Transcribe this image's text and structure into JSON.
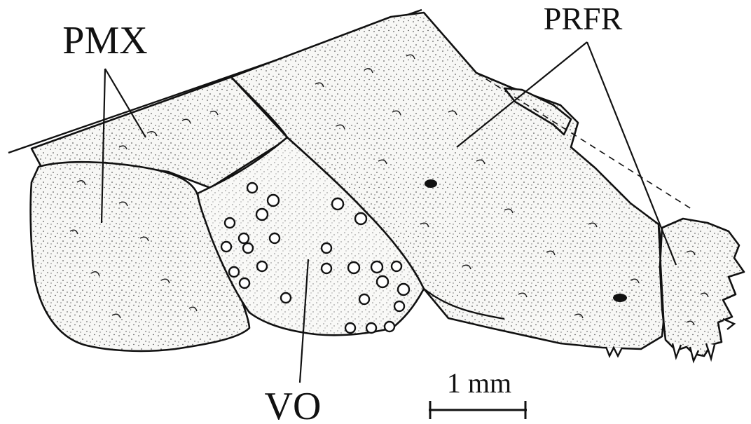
{
  "labels": {
    "pmx": "PMX",
    "prfr": "PRFR",
    "vo": "VO",
    "scale_bar": "1 mm"
  },
  "colors": {
    "ink": "#111111",
    "bone_fill": "#f7f7f5",
    "background": "#ffffff"
  }
}
